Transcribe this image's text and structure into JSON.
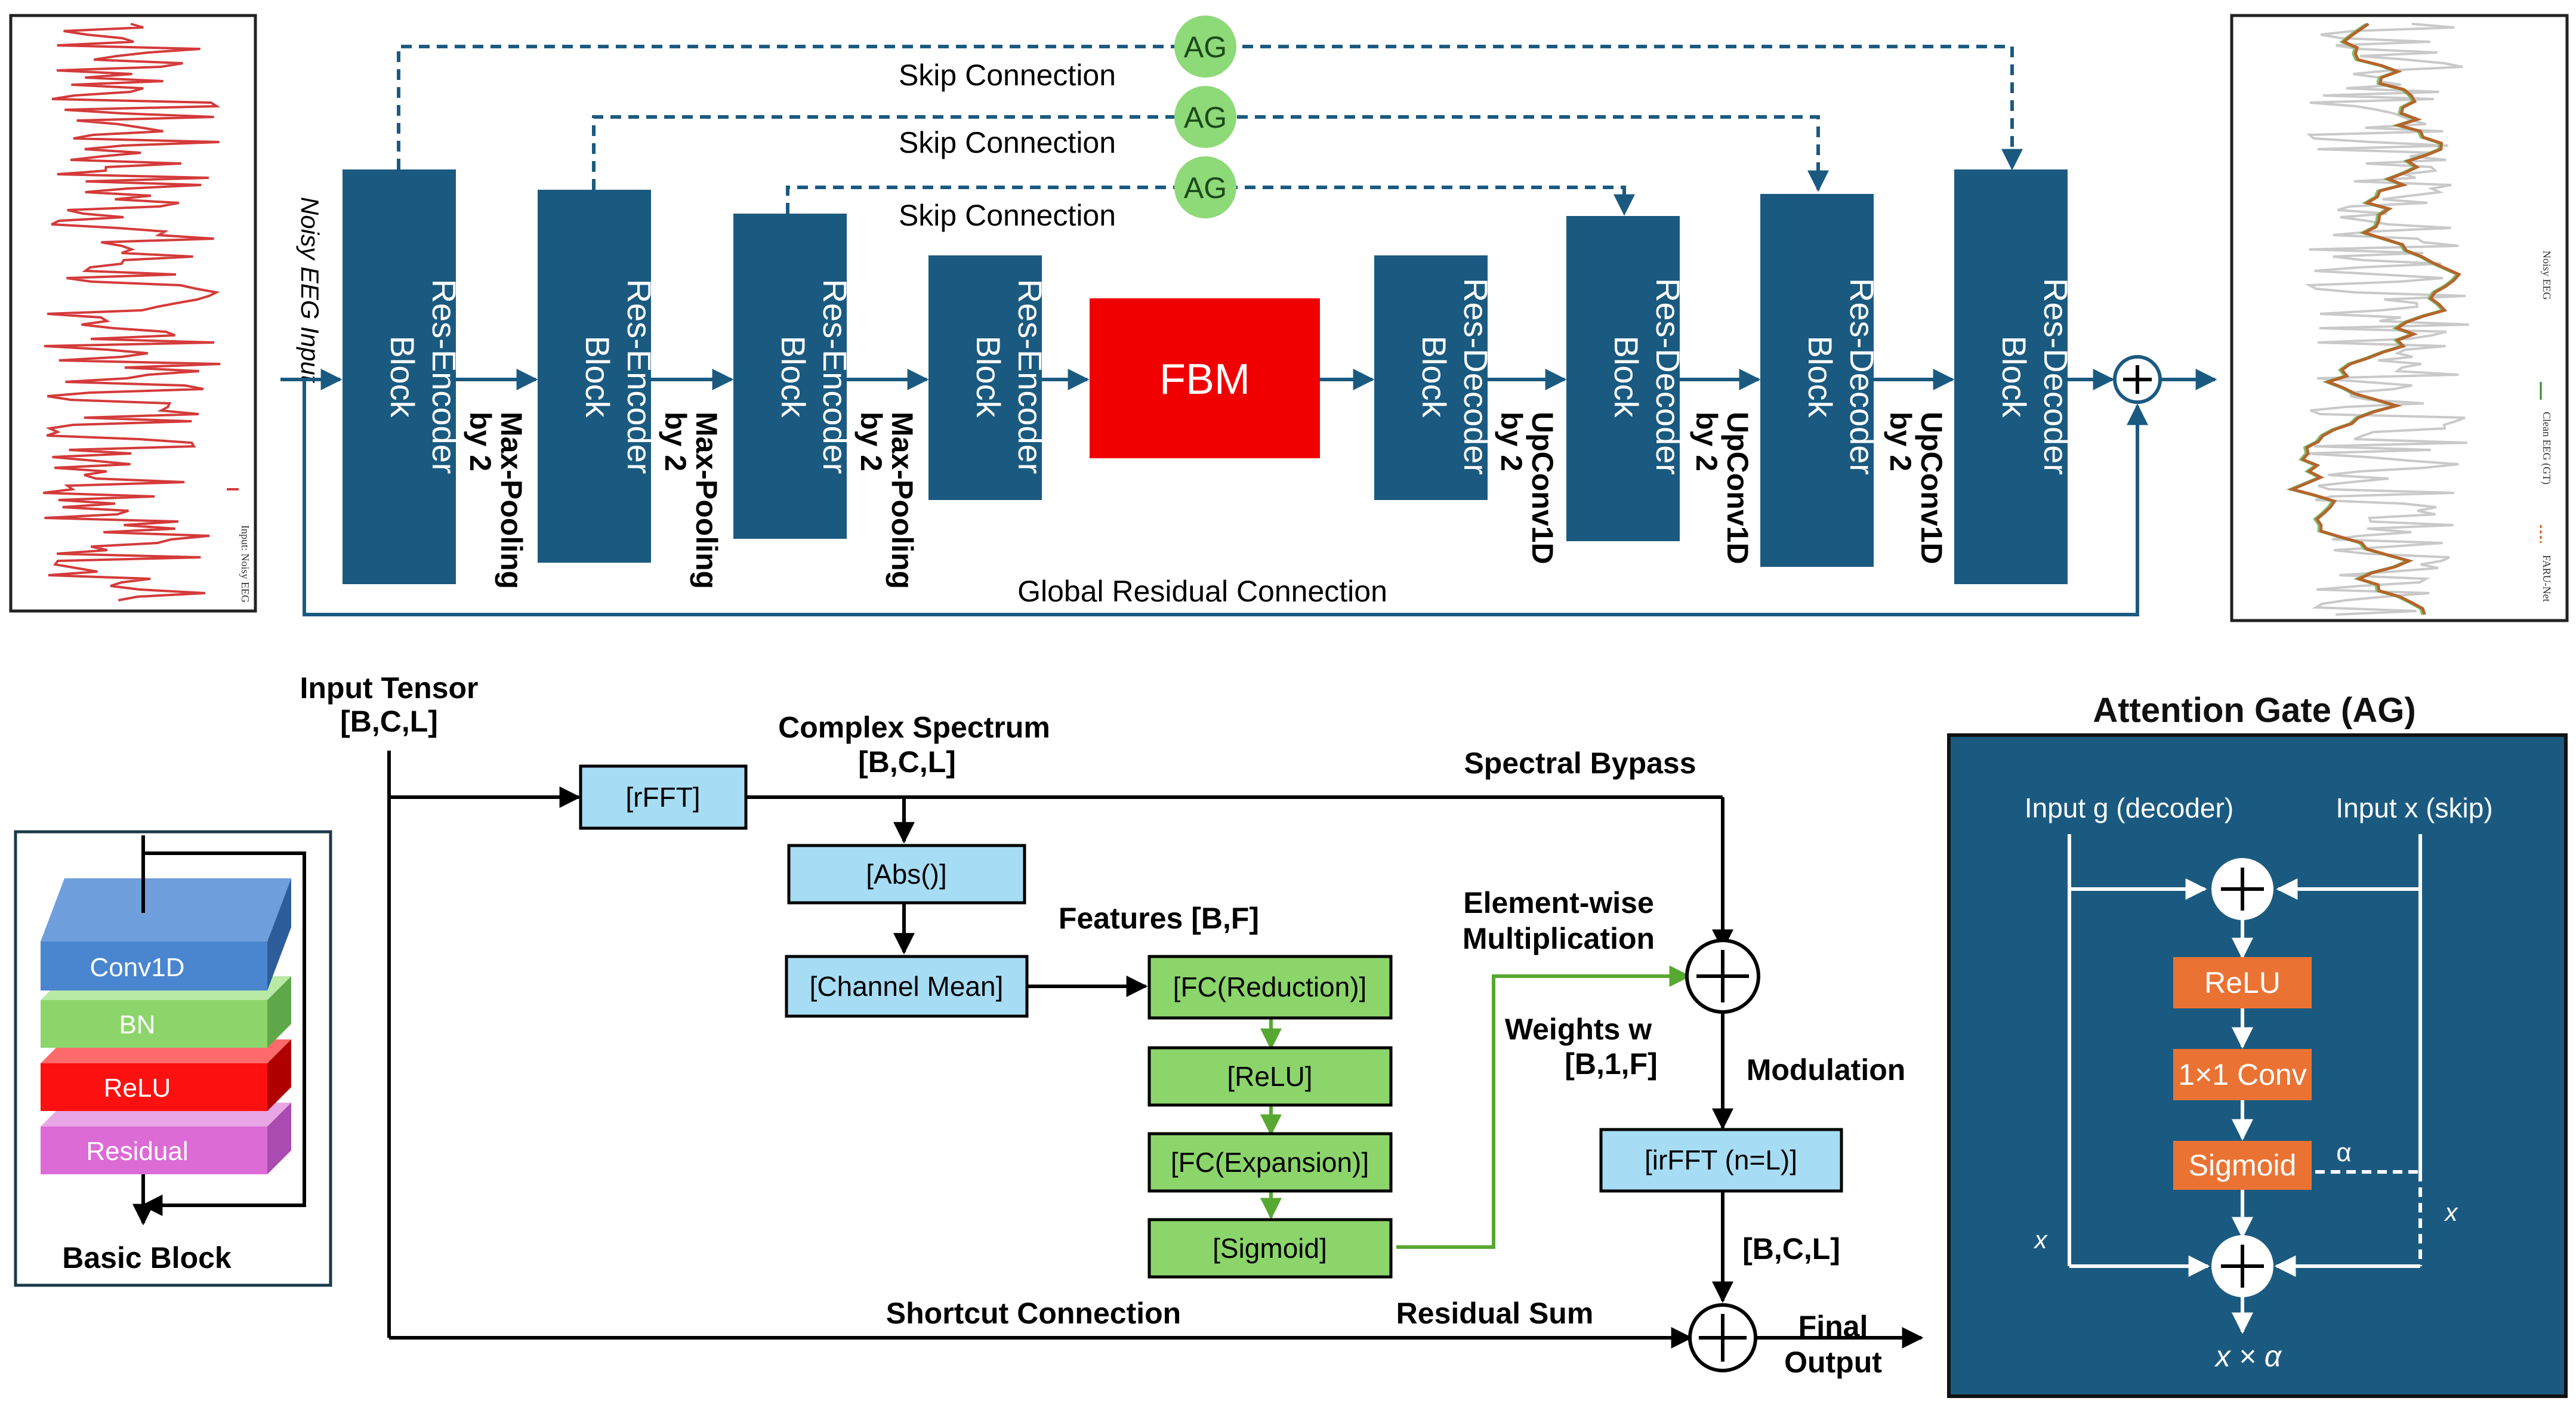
{
  "top": {
    "encoder_label": "Res-Encoder\nBlock",
    "decoder_label": "Res-Decoder\nBlock",
    "fbm_label": "FBM",
    "ag_label": "AG",
    "skip_label": "Skip Connection",
    "pooling_label": "Max-Pooling\nby 2",
    "upconv_label": "UpConv1D\nby 2",
    "input_label": "Noisy EEG Input",
    "residual_label": "Global Residual Connection",
    "plot_left_legend": "Input: Noisy EEG",
    "plot_right_legend": [
      "Noisy EEG",
      "Clean EEG (GT)",
      "FARU-Net"
    ]
  },
  "basic_block": {
    "layers": [
      "Conv1D",
      "BN",
      "ReLU",
      "Residual"
    ],
    "caption": "Basic Block"
  },
  "fbm": {
    "input_tensor": "Input Tensor",
    "input_shape": "[B,C,L]",
    "complex_spectrum": "Complex Spectrum",
    "complex_shape": "[B,C,L]",
    "rfft": "[rFFT]",
    "abs": "[Abs()]",
    "channel_mean": "[Channel Mean]",
    "features": "Features [B,F]",
    "fc_reduction": "[FC(Reduction)]",
    "relu": "[ReLU]",
    "fc_expansion": "[FC(Expansion)]",
    "sigmoid": "[Sigmoid]",
    "spectral_bypass": "Spectral Bypass",
    "elementwise": "Element-wise\nMultiplication",
    "weights": "Weights w",
    "weights_shape": "[B,1,F]",
    "modulation": "Modulation",
    "irfft": "[irFFT (n=L)]",
    "out_shape": "[B,C,L]",
    "shortcut": "Shortcut Connection",
    "residual_sum": "Residual Sum",
    "final_output": "Final\nOutput"
  },
  "attention_gate": {
    "title": "Attention Gate (AG)",
    "input_g": "Input g (decoder)",
    "input_x": "Input x (skip)",
    "relu": "ReLU",
    "conv": "1×1 Conv",
    "sigmoid": "Sigmoid",
    "alpha": "α",
    "x_left": "x",
    "x_right": "x",
    "output": "x × α"
  },
  "colors": {
    "block_blue": "#1b5a80",
    "fbm_red": "#f00000",
    "ag_green": "#8ed978",
    "light_blue": "#a6dcf4",
    "green_box": "#8cd56b",
    "ag_panel": "#1b5a80",
    "ag_orange": "#ea7334",
    "noisy_red": "#d43a3a",
    "clean_brown": "#9a5c2a"
  }
}
